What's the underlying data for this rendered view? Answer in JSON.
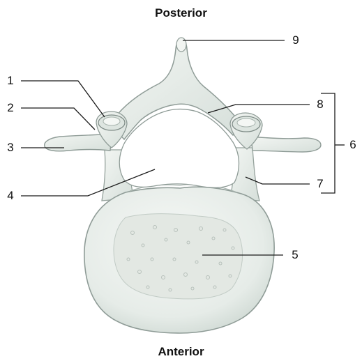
{
  "headings": {
    "top": "Posterior",
    "bottom": "Anterior"
  },
  "labels": [
    "1",
    "2",
    "3",
    "4",
    "5",
    "6",
    "7",
    "8",
    "9"
  ],
  "colors": {
    "bone": "#eef2ee",
    "bone_shade": "#d2dcd6",
    "bone_outline": "#8f9c97",
    "spongy": "#e5e8e4",
    "leader_line": "#1a1a1a"
  }
}
